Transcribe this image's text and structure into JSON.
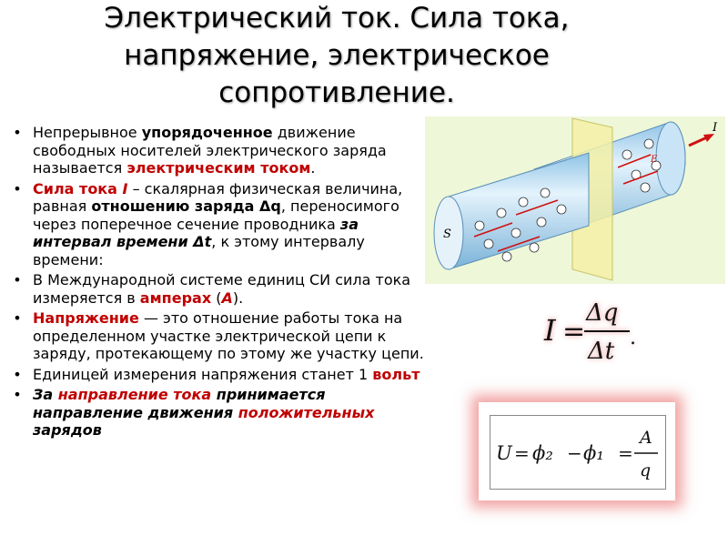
{
  "title": {
    "line1": "Электрический ток. Сила тока,",
    "line2": "напряжение, электрическое",
    "line3": "сопротивление."
  },
  "b1": {
    "t1": "Непрерывное ",
    "t2": "упорядоченное",
    "t3": " движение свободных носителей электрического заряда называется ",
    "t4": "электрическим током",
    "t5": "."
  },
  "b2": {
    "t1": "Сила тока ",
    "t2": "I",
    "t3": " – скалярная физическая величина, равная ",
    "t4": "отношению заряда",
    "t5": " Δq",
    "t6": ", переносимого через поперечное сечение проводника  ",
    "t7": "за интервал времени Δt",
    "t8": ", к этому интервалу времени:"
  },
  "b3": {
    "t1": "В Международной системе единиц СИ сила тока измеряется в ",
    "t2": "амперах",
    "t3": " (",
    "t4": "А",
    "t5": ")."
  },
  "b4": {
    "t1": "Напряжение",
    "t2": " — это отношение работы тока на определенном участке электрической цепи к заряду, протекающему по этому же участку цепи."
  },
  "b5": {
    "t1": "Единицей измерения напряжения станет 1 ",
    "t2": "вольт"
  },
  "b6": {
    "t1": "За ",
    "t2": "направление тока",
    "t3": " принимается направление движения ",
    "t4": "положительных",
    "t5": " зарядов"
  },
  "bullet_char": "•",
  "figure": {
    "label_s": "S",
    "label_i": "I",
    "label_e": "E"
  },
  "formula_current": {
    "lhs": "I",
    "eq": "=",
    "num": "Δq",
    "den": "Δt",
    "end": "."
  },
  "formula_voltage": {
    "lhs": "U",
    "eq1": "=",
    "phi2": "ϕ₂",
    "minus": "−",
    "phi1": "ϕ₁",
    "eq2": "=",
    "num": "A",
    "den": "q"
  },
  "colors": {
    "accent_red": "#c00000",
    "cylinder": "#b9dcf2",
    "plane": "#f3f0a6"
  }
}
